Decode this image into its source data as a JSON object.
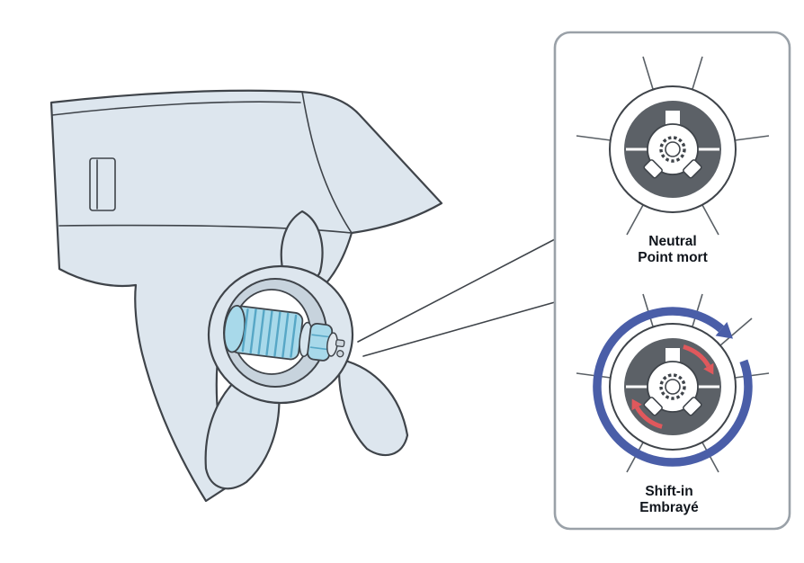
{
  "panel": {
    "neutral": {
      "label_en": "Neutral",
      "label_fr": "Point mort"
    },
    "shift_in": {
      "label_en": "Shift-in",
      "label_fr": "Embrayé"
    }
  },
  "colors": {
    "body_fill": "#dde6ee",
    "outline": "#3f444a",
    "hub_shadow": "#c7d3dd",
    "shaft_blue": "#a8d9ea",
    "shaft_rib": "#57a7c6",
    "clutch_ring_gray": "#5c6167",
    "rotation_blue": "#4a5ea8",
    "arrow_red": "#e0585c",
    "panel_border": "#9aa1a8",
    "label_text": "#10151c"
  }
}
